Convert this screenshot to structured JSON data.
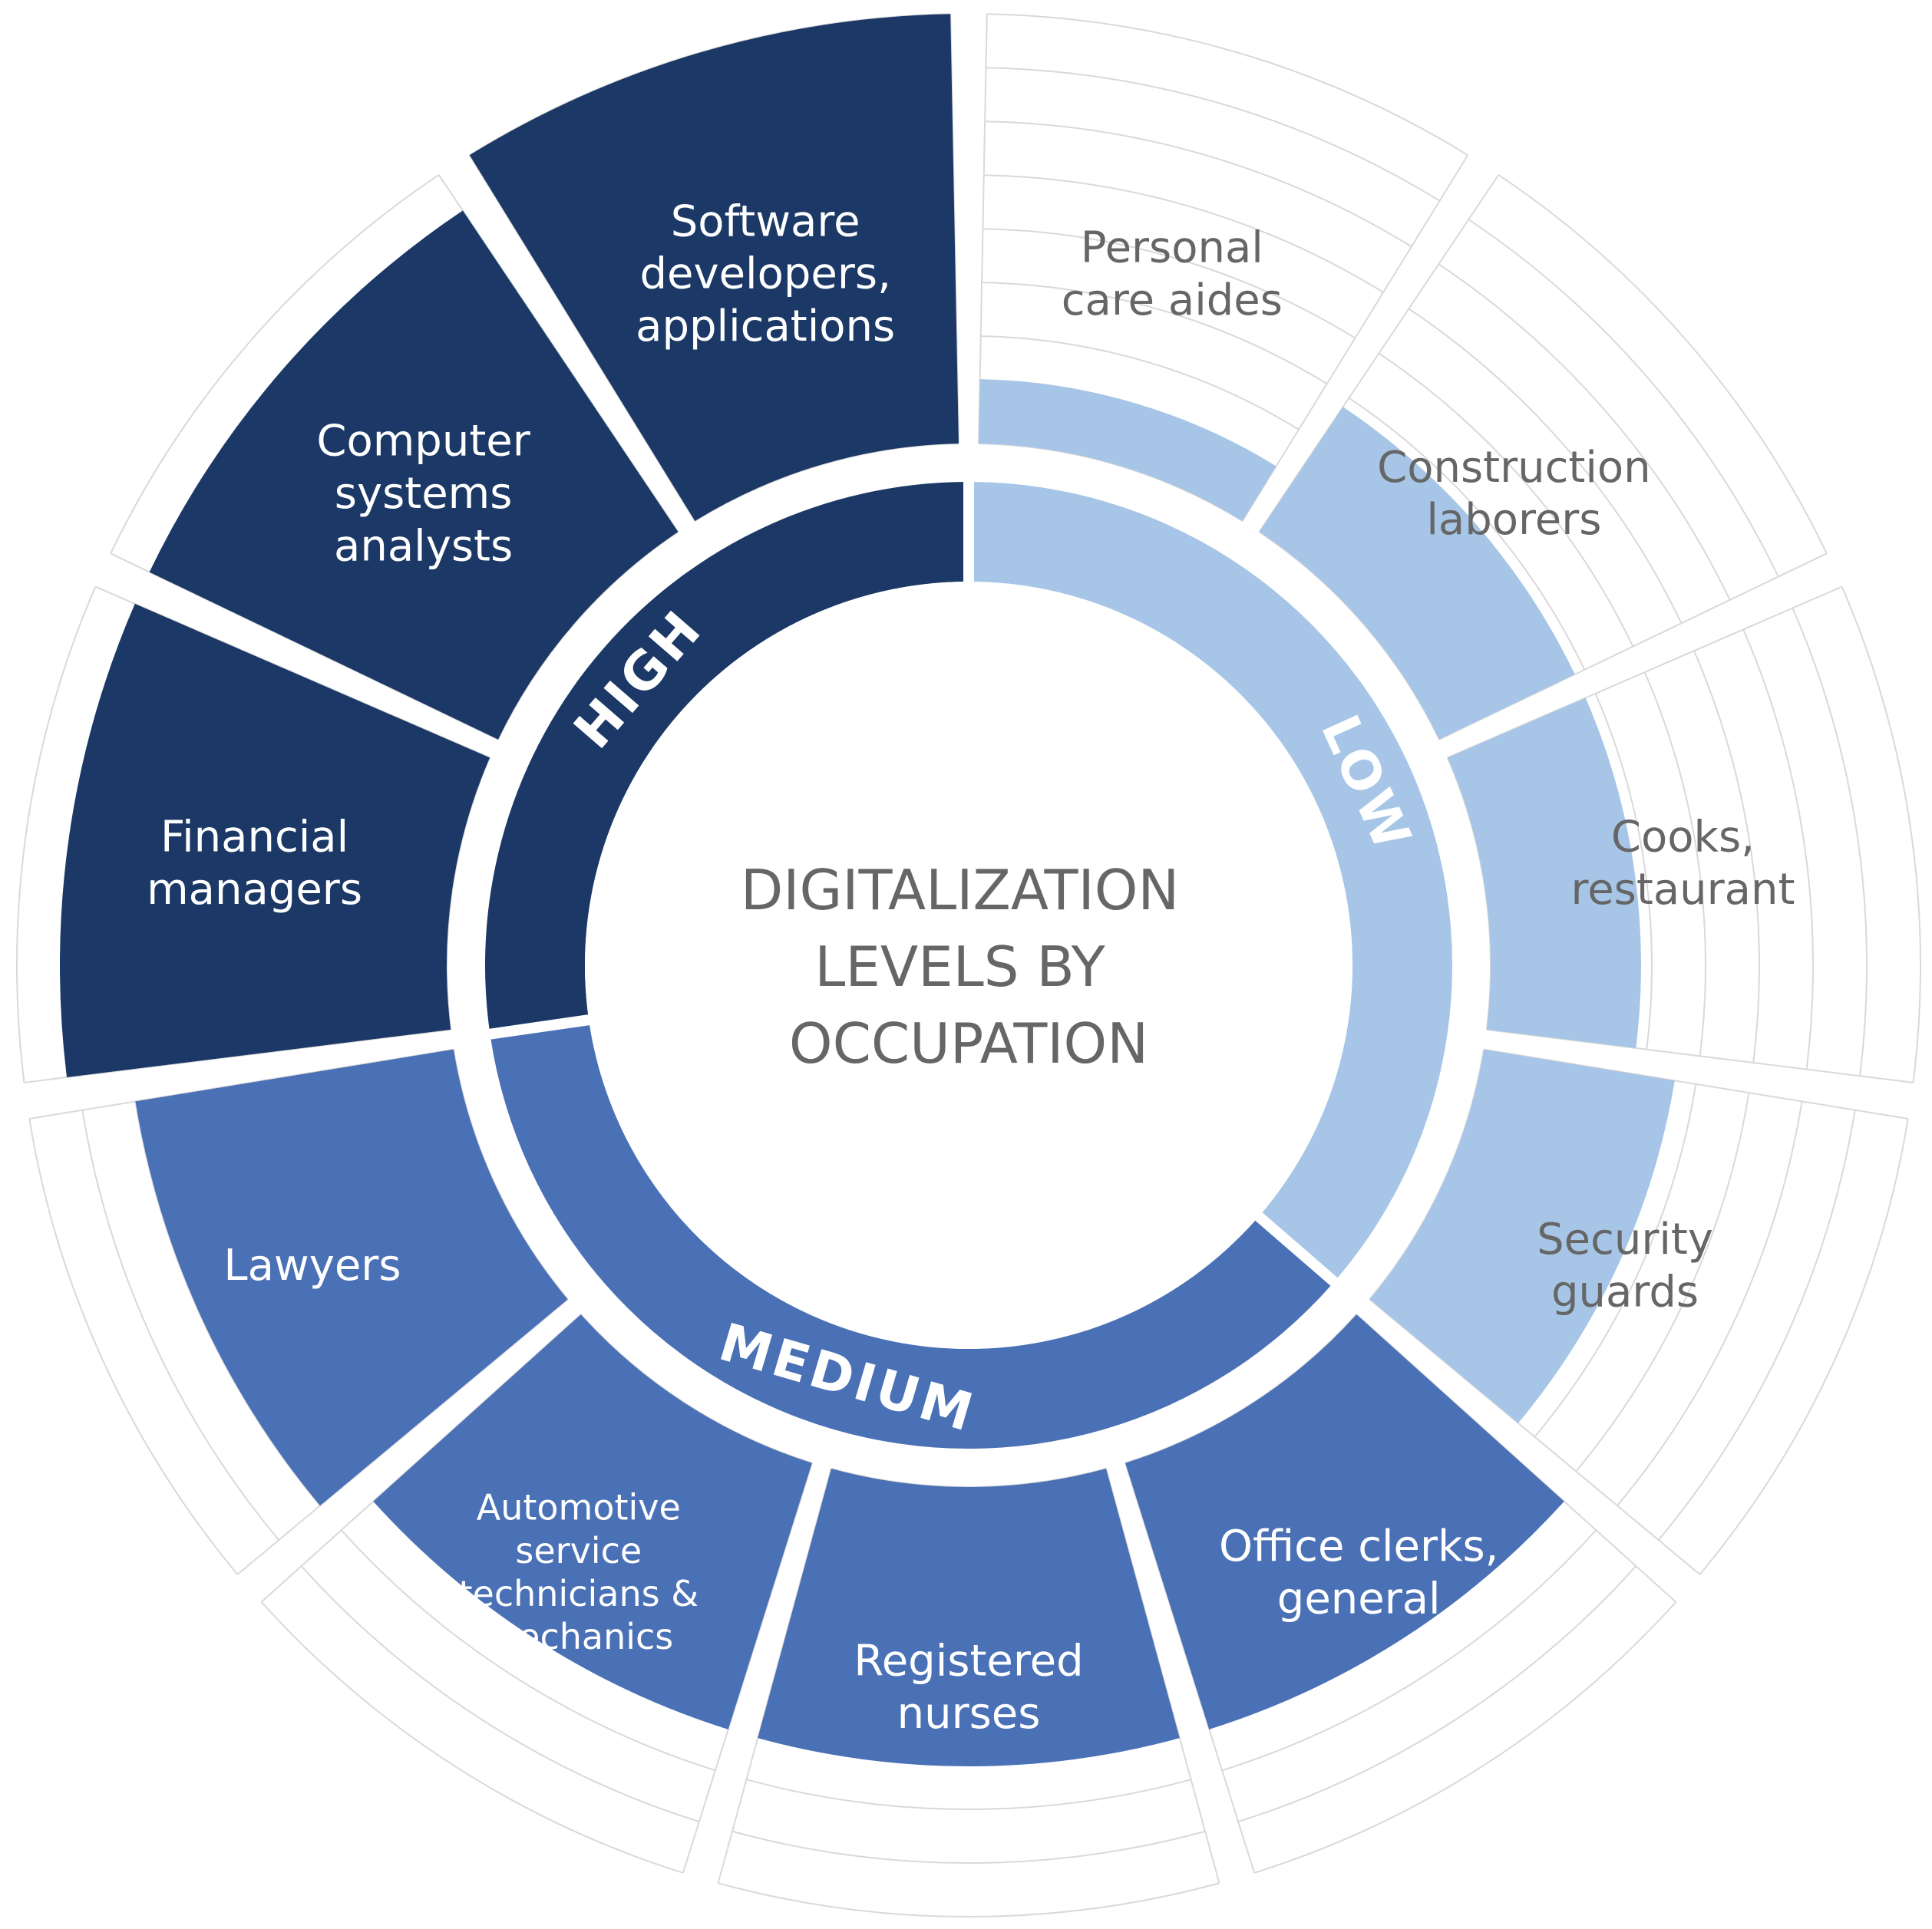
{
  "title": {
    "lines": [
      "DIGITALIZATION",
      "LEVELS BY",
      "OCCUPATION"
    ]
  },
  "levels": [
    {
      "id": "high",
      "label": "HIGH",
      "color": "#1b3866"
    },
    {
      "id": "medium",
      "label": "MEDIUM",
      "color": "#4a71b6"
    },
    {
      "id": "low",
      "label": "LOW",
      "color": "#a7c6e7"
    }
  ],
  "occupations": [
    {
      "level": "high",
      "label": [
        "Software",
        "developers,",
        "applications"
      ],
      "fill": 1.0
    },
    {
      "level": "high",
      "label": [
        "Computer",
        "systems",
        "analysts"
      ],
      "fill": 0.9
    },
    {
      "level": "high",
      "label": [
        "Financial",
        "managers"
      ],
      "fill": 0.9
    },
    {
      "level": "medium",
      "label": [
        "Lawyers"
      ],
      "fill": 0.75
    },
    {
      "level": "medium",
      "label": [
        "Automotive",
        "service",
        "technicians &",
        "mechanics"
      ],
      "fill": 0.65
    },
    {
      "level": "medium",
      "label": [
        "Registered",
        "nurses"
      ],
      "fill": 0.65
    },
    {
      "level": "medium",
      "label": [
        "Office clerks,",
        "general"
      ],
      "fill": 0.65
    },
    {
      "level": "low",
      "label": [
        "Security",
        "guards"
      ],
      "fill": 0.45
    },
    {
      "level": "low",
      "label": [
        "Cooks,",
        "restaurant"
      ],
      "fill": 0.35
    },
    {
      "level": "low",
      "label": [
        "Construction",
        "laborers"
      ],
      "fill": 0.35
    },
    {
      "level": "low",
      "label": [
        "Personal",
        "care aides"
      ],
      "fill": 0.15
    }
  ],
  "colors": {
    "inner_text": "#ffffff",
    "outer_text": "#666666",
    "center_text": "#666666",
    "grid": "#d9d9d9",
    "gap": "#ffffff"
  }
}
